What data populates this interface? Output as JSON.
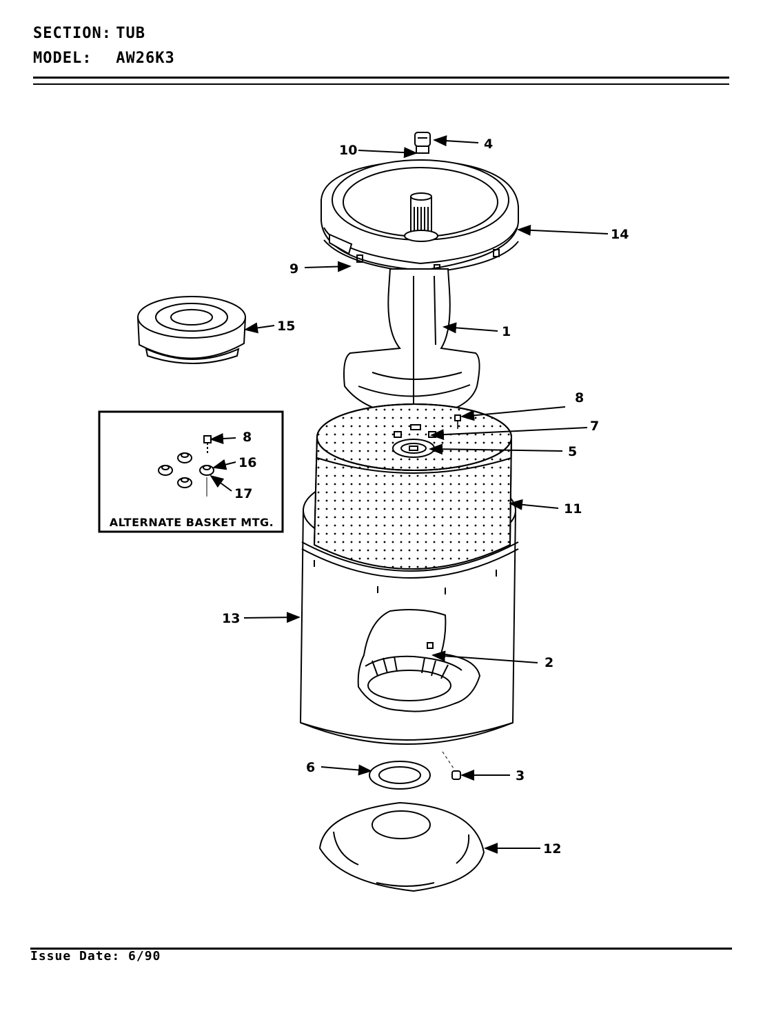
{
  "header": {
    "section_label": "SECTION:",
    "section_value": "TUB",
    "model_label": "MODEL:",
    "model_value": "AW26K3"
  },
  "inset": {
    "caption": "ALTERNATE BASKET MTG."
  },
  "callouts": {
    "c1": "1",
    "c2": "2",
    "c3": "3",
    "c4": "4",
    "c5": "5",
    "c6": "6",
    "c7": "7",
    "c8": "8",
    "c8b": "8",
    "c9": "9",
    "c10": "10",
    "c11": "11",
    "c12": "12",
    "c13": "13",
    "c14": "14",
    "c15": "15",
    "c16": "16",
    "c17": "17"
  },
  "footer": {
    "issue_date": "Issue Date: 6/90"
  },
  "colors": {
    "ink": "#000000",
    "paper": "#ffffff"
  }
}
